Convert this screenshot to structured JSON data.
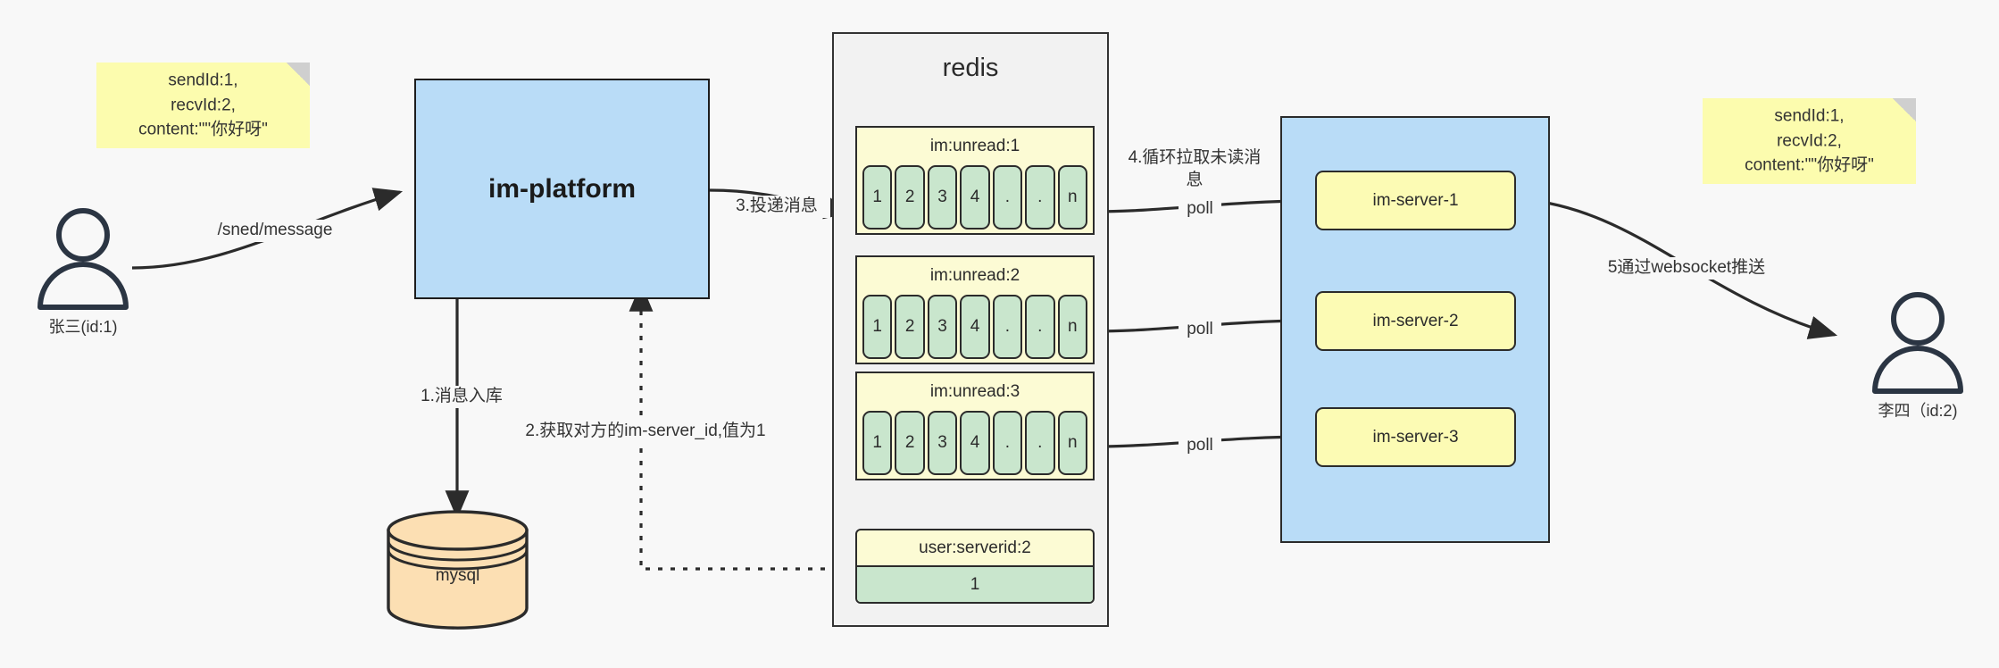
{
  "diagram": {
    "title": "IM message delivery flow",
    "colors": {
      "process_fill": "#b9dcf7",
      "note_fill": "#fcfcae",
      "list_header_fill": "#fcfbd4",
      "list_cell_fill": "#c9e6cd",
      "server_fill": "#fcfbb4",
      "db_fill": "#fcdfb3",
      "container_fill": "#f2f2f2",
      "stroke": "#2b2b2b",
      "background": "#f8f8f8"
    },
    "actors": [
      {
        "id": "sender",
        "caption": "张三(id:1)",
        "icon": "person-icon"
      },
      {
        "id": "receiver",
        "caption": "李四（id:2)",
        "icon": "person-icon"
      }
    ],
    "notes": [
      {
        "id": "note-left",
        "text": "sendId:1,\nrecvId:2,\ncontent:\"\"你好呀\""
      },
      {
        "id": "note-right",
        "text": "sendId:1,\nrecvId:2,\ncontent:\"\"你好呀\""
      }
    ],
    "nodes": {
      "platform": {
        "label": "im-platform"
      },
      "database": {
        "label": "mysql",
        "shape": "cylinder"
      },
      "redis": {
        "label": "redis",
        "shape": "container"
      }
    },
    "redis_lists": [
      {
        "key": "im:unread:1",
        "cells": [
          "1",
          "2",
          "3",
          "4",
          ".",
          ".",
          "n"
        ]
      },
      {
        "key": "im:unread:2",
        "cells": [
          "1",
          "2",
          "3",
          "4",
          ".",
          ".",
          "n"
        ]
      },
      {
        "key": "im:unread:3",
        "cells": [
          "1",
          "2",
          "3",
          "4",
          ".",
          ".",
          "n"
        ]
      }
    ],
    "redis_kv": {
      "key": "user:serverid:2",
      "value": "1"
    },
    "server_group": {
      "servers": [
        {
          "label": "im-server-1"
        },
        {
          "label": "im-server-2"
        },
        {
          "label": "im-server-3"
        }
      ]
    },
    "edges": [
      {
        "id": "e-send",
        "label": "/sned/message"
      },
      {
        "id": "e-store",
        "label": "1.消息入库"
      },
      {
        "id": "e-getserver",
        "label": "2.获取对方的im-server_id,值为1"
      },
      {
        "id": "e-deliver",
        "label": "3.投递消息"
      },
      {
        "id": "e-poll",
        "label": "4.循环拉取未读消\n息"
      },
      {
        "id": "e-poll-1",
        "label": "poll"
      },
      {
        "id": "e-poll-2",
        "label": "poll"
      },
      {
        "id": "e-poll-3",
        "label": "poll"
      },
      {
        "id": "e-push",
        "label": "5通过websocket推送"
      }
    ]
  }
}
